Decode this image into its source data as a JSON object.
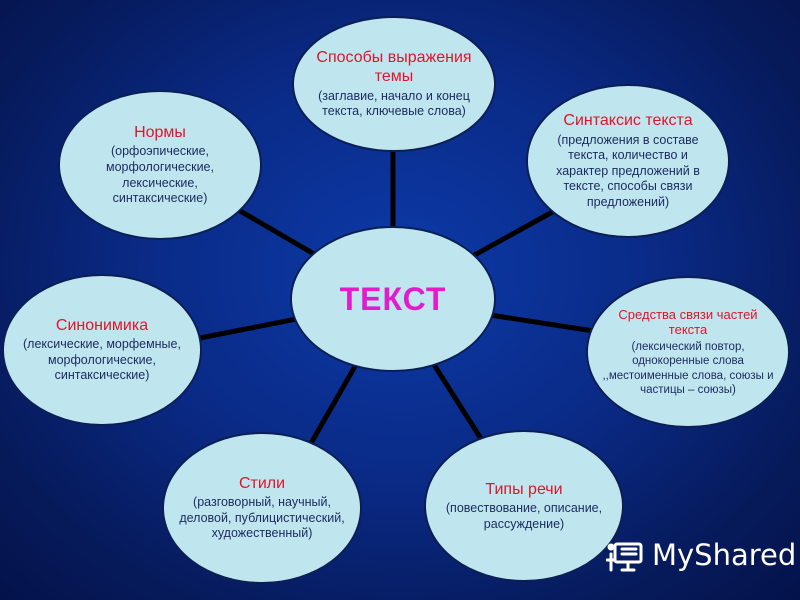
{
  "center": {
    "title": "ТЕКСТ"
  },
  "nodes": {
    "top": {
      "title": "Способы выражения темы",
      "desc": "(заглавие, начало и конец текста, ключевые слова)"
    },
    "top_right": {
      "title": "Синтаксис текста",
      "desc": "(предложения в составе текста, количество и характер предложений в тексте, способы связи предложений)"
    },
    "right": {
      "title": "Средства связи частей текста",
      "desc": "(лексический повтор, однокоренные слова ,,местоименные слова, союзы и частицы – союзы)"
    },
    "bottom_right": {
      "title": "Типы речи",
      "desc": "(повествование, описание, рассуждение)"
    },
    "bottom_left": {
      "title": "Стили",
      "desc": "(разговорный, научный, деловой, публицистический, художественный)"
    },
    "left": {
      "title": "Синонимика",
      "desc": "(лексические, морфемные, морфологические, синтаксические)"
    },
    "top_left": {
      "title": "Нормы",
      "desc": "(орфоэпические, морфологические, лексические, синтаксические)"
    }
  },
  "watermark": {
    "text": "MyShared",
    "icon": "presentation-board-icon"
  },
  "colors": {
    "background": "#0a2a86",
    "node_fill": "#bfe6ee",
    "title_red": "#e0142a",
    "center_magenta": "#e21ccd"
  }
}
